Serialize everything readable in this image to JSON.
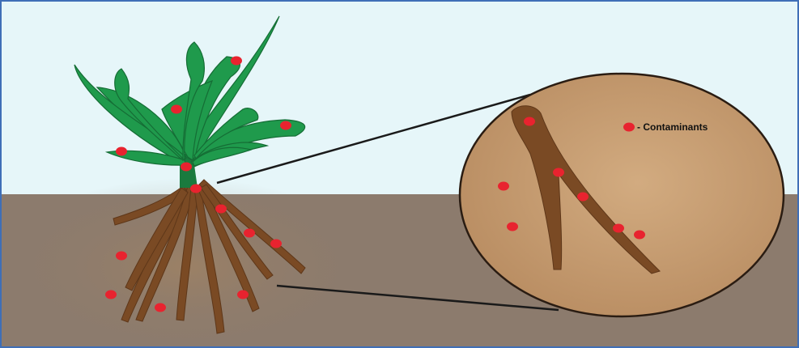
{
  "legend": {
    "label": "- Contaminants"
  },
  "colors": {
    "sky": "#e6f6f9",
    "soil": "#8c7b6d",
    "frame": "#3f6fb7",
    "leaf": "#1f9a4c",
    "leaf_dark": "#156d35",
    "root": "#7a4a24",
    "root_light": "#8a5830",
    "contaminant": "#e8232f",
    "zoom_fill": "#c9a178",
    "zoom_border": "#2a1c12",
    "connector": "#1a1a1a",
    "legend_text": "#111111"
  },
  "icons": {
    "contaminant": "red-dot",
    "plant": "green-plant-with-roots"
  }
}
